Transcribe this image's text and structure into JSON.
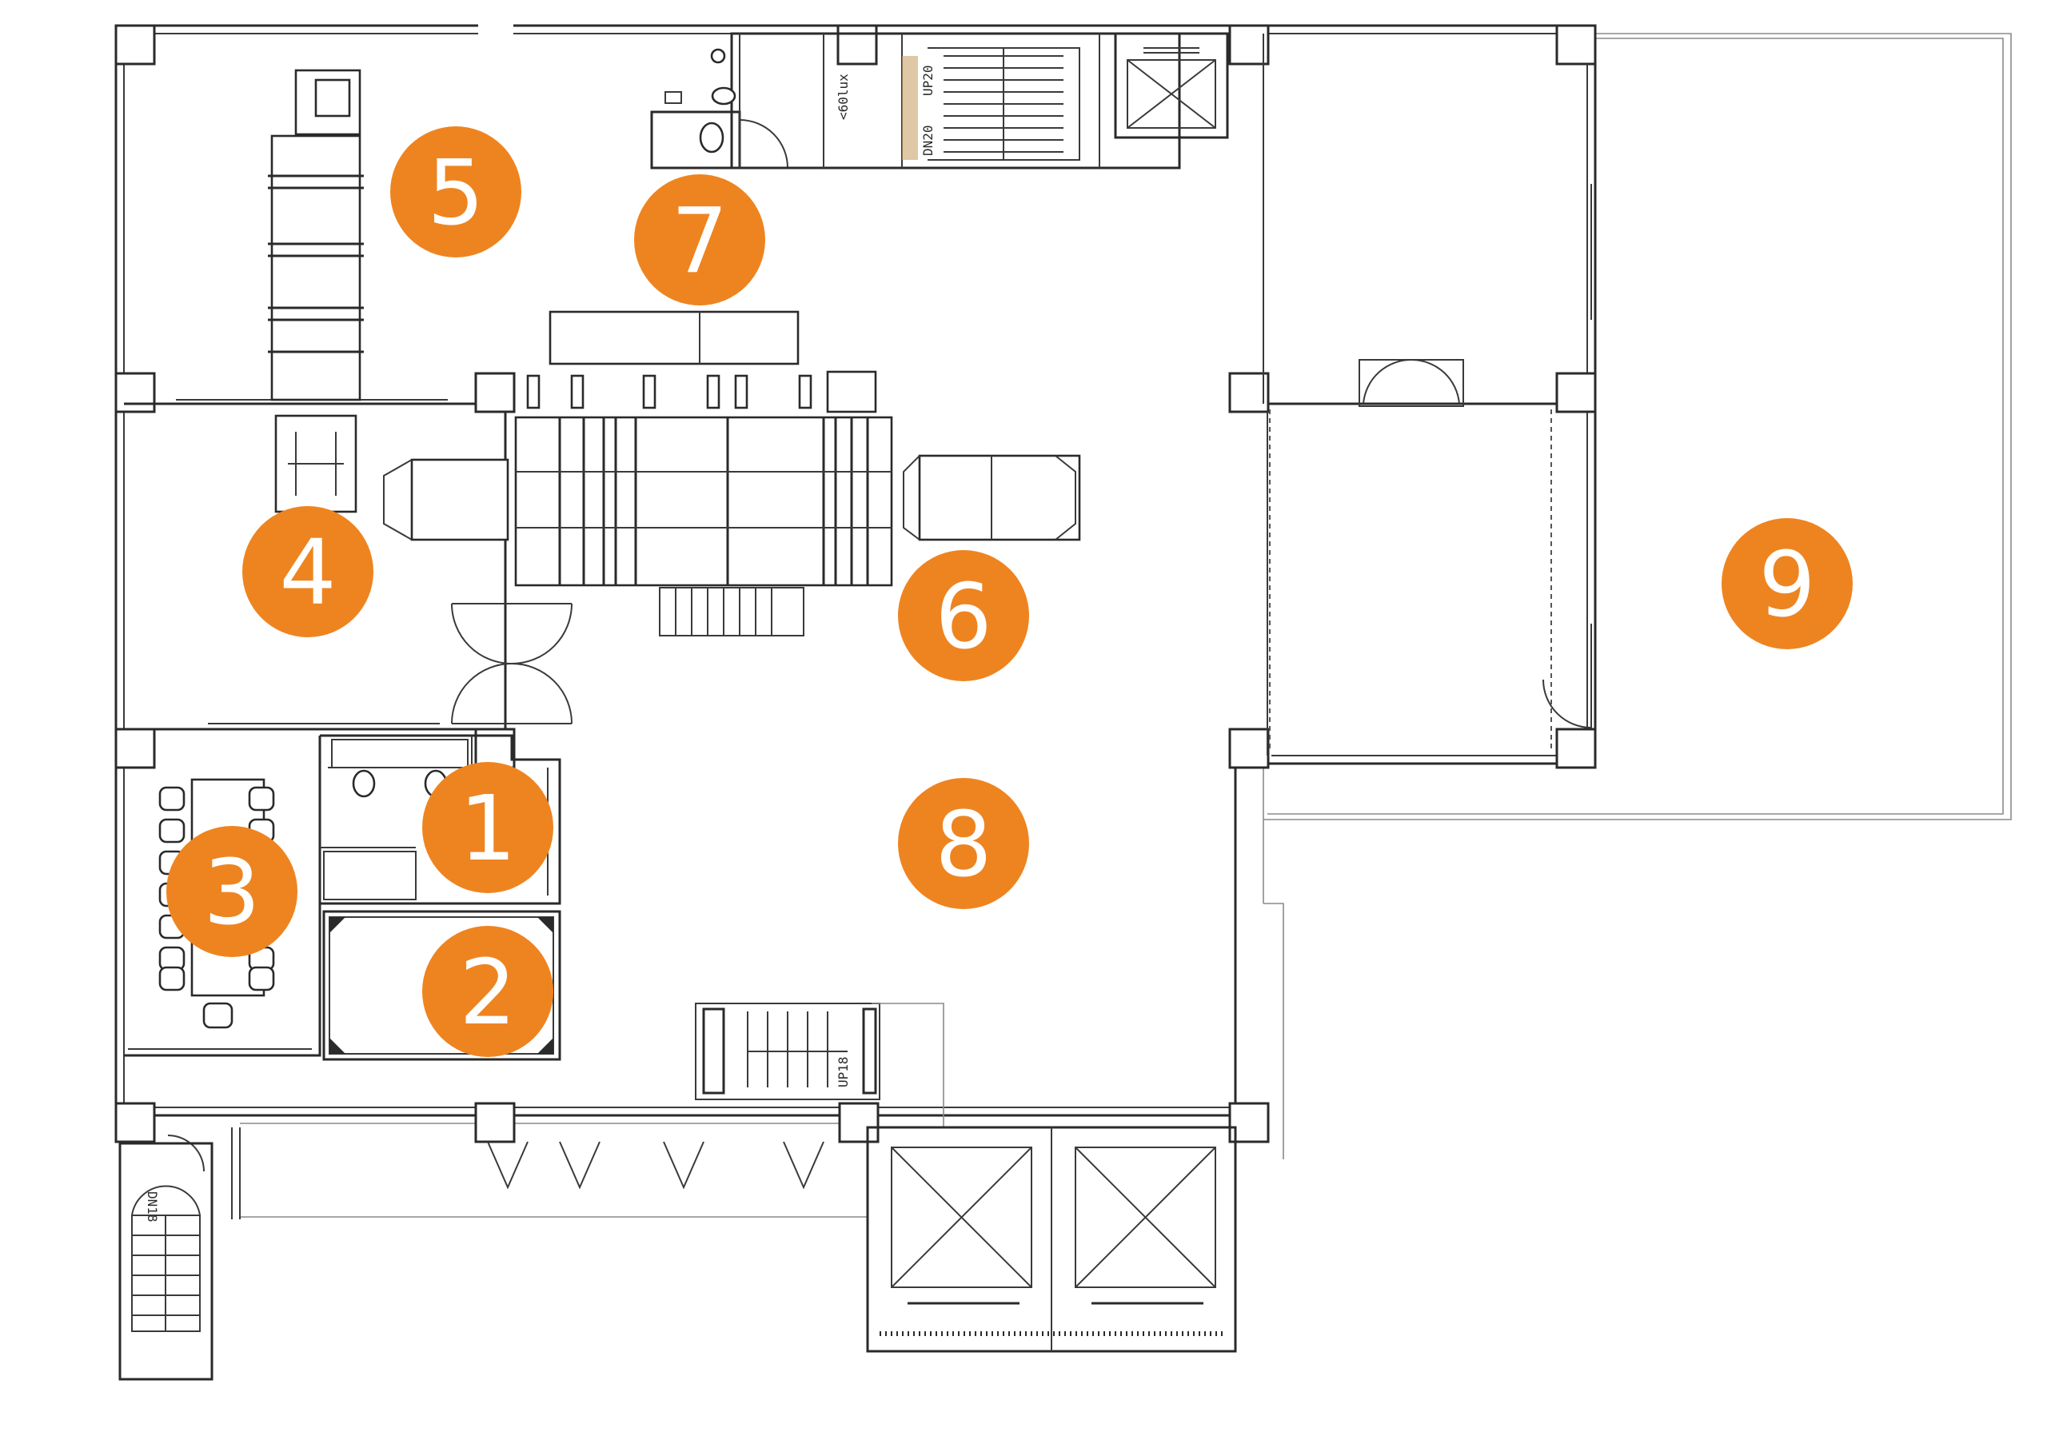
{
  "floor_plan": {
    "accent_color": "#ee8420",
    "markers": [
      {
        "label": "1"
      },
      {
        "label": "2"
      },
      {
        "label": "3"
      },
      {
        "label": "4"
      },
      {
        "label": "5"
      },
      {
        "label": "6"
      },
      {
        "label": "7"
      },
      {
        "label": "8"
      },
      {
        "label": "9"
      }
    ],
    "stair_labels": {
      "top_left": "UP20",
      "top_right": "DN20",
      "bottom_middle": "UP18",
      "bottom_left": "DN18"
    },
    "room_text": "<60lux"
  }
}
